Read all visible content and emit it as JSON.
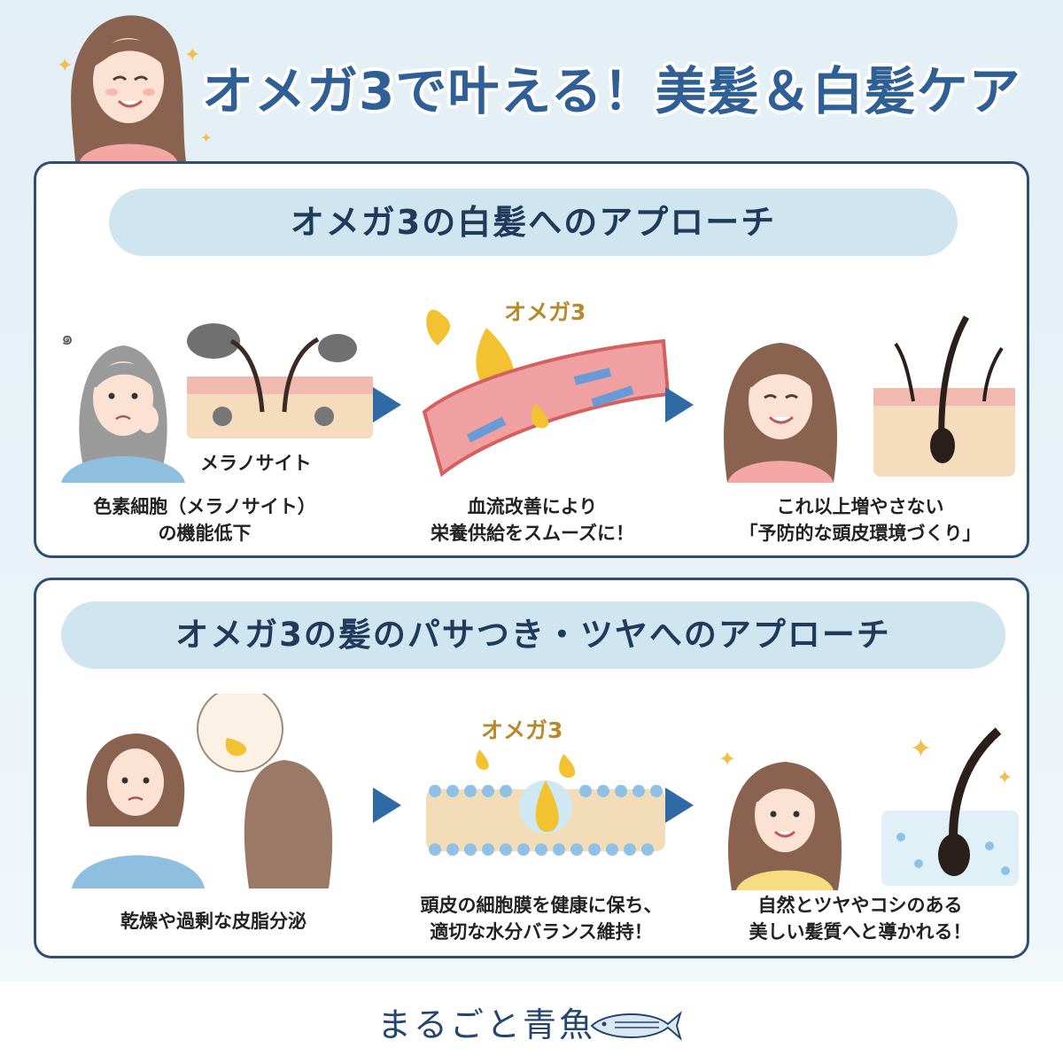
{
  "header": {
    "title": "オメガ3で叶える！美髪＆白髪ケア"
  },
  "section1": {
    "heading": "オメガ3の白髪へのアプローチ",
    "omega_label": "オメガ3",
    "melanocyte_label": "メラノサイト",
    "steps": [
      {
        "line1": "色素細胞（メラノサイト）",
        "line2": "の機能低下"
      },
      {
        "line1": "血流改善により",
        "line2": "栄養供給をスムーズに！"
      },
      {
        "line1": "これ以上増やさない",
        "line2": "「予防的な頭皮環境づくり」"
      }
    ]
  },
  "section2": {
    "heading": "オメガ3の髪のパサつき・ツヤへのアプローチ",
    "omega_label": "オメガ3",
    "steps": [
      {
        "line1": "乾燥や過剰な皮脂分泌",
        "line2": ""
      },
      {
        "line1": "頭皮の細胞膜を健康に保ち、",
        "line2": "適切な水分バランス維持！"
      },
      {
        "line1": "自然とツヤやコシのある",
        "line2": "美しい髪質へと導かれる！"
      }
    ]
  },
  "footer": {
    "brand": "まるごと青魚"
  },
  "colors": {
    "title": "#2f5f95",
    "panel_border": "#2e4f74",
    "pill": "#cfe5ef",
    "omega": "#b8892a",
    "arrow": "#2f6aa6"
  }
}
